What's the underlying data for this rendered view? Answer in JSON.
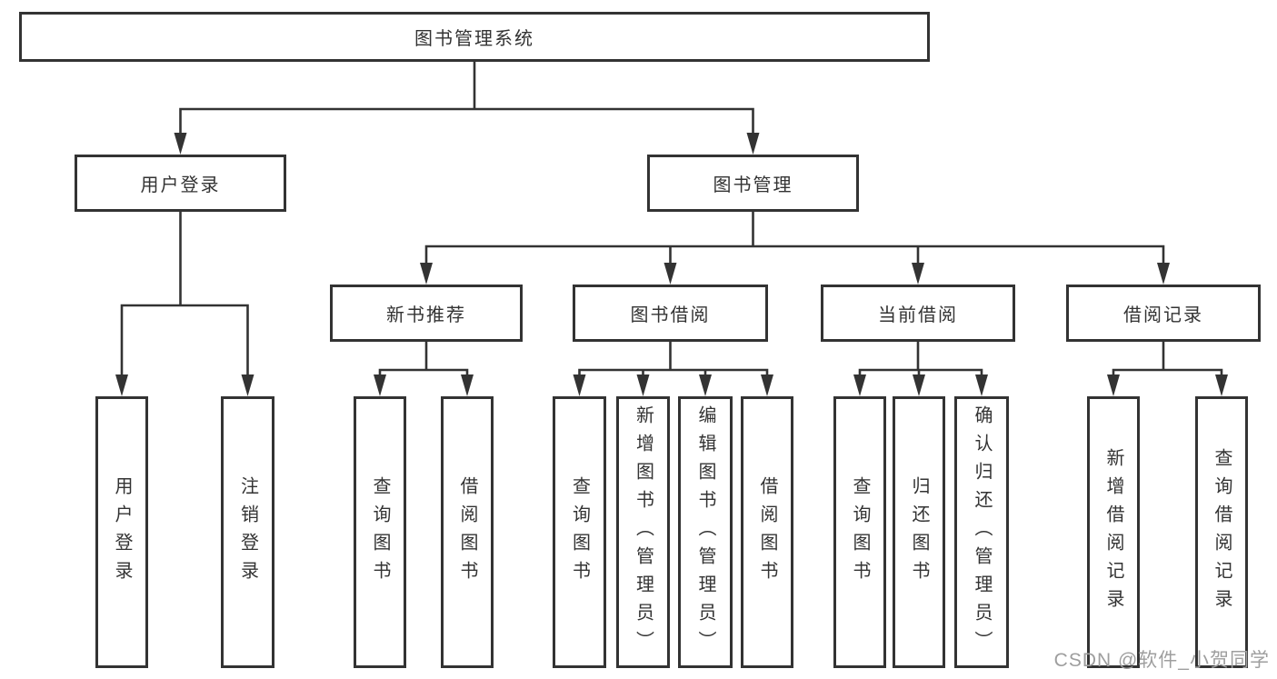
{
  "tree": {
    "root": "图书管理系统",
    "branches": [
      {
        "label": "用户登录",
        "children": [
          "用户登录",
          "注销登录"
        ]
      },
      {
        "label": "图书管理",
        "children": [
          {
            "label": "新书推荐",
            "children": [
              "查询图书",
              "借阅图书"
            ]
          },
          {
            "label": "图书借阅",
            "children": [
              "查询图书",
              "新增图书（管理员）",
              "编辑图书（管理员）",
              "借阅图书"
            ]
          },
          {
            "label": "当前借阅",
            "children": [
              "查询图书",
              "归还图书",
              "确认归还（管理员）"
            ]
          },
          {
            "label": "借阅记录",
            "children": [
              "新增借阅记录",
              "查询借阅记录"
            ]
          }
        ]
      }
    ]
  },
  "watermark": {
    "text": "CSDN @软件_小贺同学"
  },
  "colors": {
    "line": "#333333",
    "text": "#333333",
    "background": "#ffffff",
    "watermark": "#9e9e9e"
  }
}
